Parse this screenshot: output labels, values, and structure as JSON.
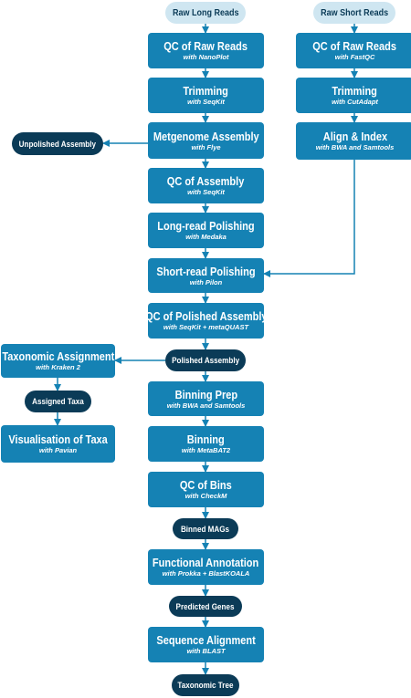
{
  "colors": {
    "step": "#1582b4",
    "input": "#cfe6f1",
    "output": "#0b3b57",
    "arrow": "#1582b4"
  },
  "inputs": {
    "long_reads": "Raw Long Reads",
    "short_reads": "Raw Short Reads"
  },
  "long_pipeline": {
    "qc_raw": {
      "title": "QC of Raw Reads",
      "tool": "with NanoPlot"
    },
    "trimming": {
      "title": "Trimming",
      "tool": "with SeqKit"
    },
    "assembly": {
      "title": "Metgenome Assembly",
      "tool": "with Flye"
    },
    "qc_assembly": {
      "title": "QC of Assembly",
      "tool": "with SeqKit"
    },
    "long_polish": {
      "title": "Long-read Polishing",
      "tool": "with Medaka"
    },
    "short_polish": {
      "title": "Short-read Polishing",
      "tool": "with Pilon"
    },
    "qc_polished": {
      "title": "QC of Polished Assembly",
      "tool": "with SeqKit + metaQUAST"
    },
    "binning_prep": {
      "title": "Binning Prep",
      "tool": "with BWA and Samtools"
    },
    "binning": {
      "title": "Binning",
      "tool": "with MetaBAT2"
    },
    "qc_bins": {
      "title": "QC of Bins",
      "tool": "with CheckM"
    },
    "functional": {
      "title": "Functional Annotation",
      "tool": "with Prokka + BlastKOALA"
    },
    "alignment": {
      "title": "Sequence Alignment",
      "tool": "with BLAST"
    }
  },
  "short_pipeline": {
    "qc_raw": {
      "title": "QC of Raw Reads",
      "tool": "with FastQC"
    },
    "trimming": {
      "title": "Trimming",
      "tool": "with CutAdapt"
    },
    "align": {
      "title": "Align & Index",
      "tool": "with BWA and Samtools"
    }
  },
  "taxonomy": {
    "assignment": {
      "title": "Taxonomic Assignment",
      "tool": "with Kraken 2"
    },
    "visualisation": {
      "title": "Visualisation of Taxa",
      "tool": "with Pavian"
    }
  },
  "outputs": {
    "unpolished": "Unpolished Assembly",
    "polished": "Polished Assembly",
    "assigned_taxa": "Assigned Taxa",
    "binned_mags": "Binned MAGs",
    "predicted_genes": "Predicted Genes",
    "taxonomic_tree": "Taxonomic Tree"
  }
}
